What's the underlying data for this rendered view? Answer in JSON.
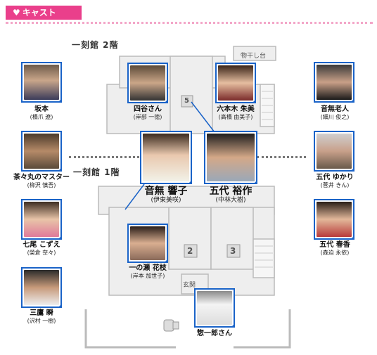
{
  "header": {
    "title": "キャスト",
    "heart": "♥"
  },
  "floors": {
    "second": "一刻館 2階",
    "first": "一刻館 1階"
  },
  "rooms": {
    "drying": "物干し台",
    "genkan": "玄関",
    "r5": "5",
    "r2": "2",
    "r3": "3"
  },
  "cast": [
    {
      "name": "坂本",
      "actor": "(橋爪 遼)"
    },
    {
      "name": "茶々丸のマスター",
      "actor": "(柳沢 慎吾)"
    },
    {
      "name": "七尾 こずえ",
      "actor": "(榮倉 奈々)"
    },
    {
      "name": "三鷹 瞬",
      "actor": "(沢村 一樹)"
    },
    {
      "name": "四谷さん",
      "actor": "(岸部 一徳)"
    },
    {
      "name": "六本木 朱美",
      "actor": "(高橋 由美子)"
    },
    {
      "name": "音無 響子",
      "actor": "(伊東美咲)"
    },
    {
      "name": "五代 裕作",
      "actor": "(中林大樹)"
    },
    {
      "name": "一の瀬 花枝",
      "actor": "(岸本 加世子)"
    },
    {
      "name": "惣一郎さん",
      "actor": ""
    },
    {
      "name": "音無老人",
      "actor": "(細川 俊之)"
    },
    {
      "name": "五代 ゆかり",
      "actor": "(菅井 きん)"
    },
    {
      "name": "五代 春香",
      "actor": "(森迫 永依)"
    }
  ]
}
